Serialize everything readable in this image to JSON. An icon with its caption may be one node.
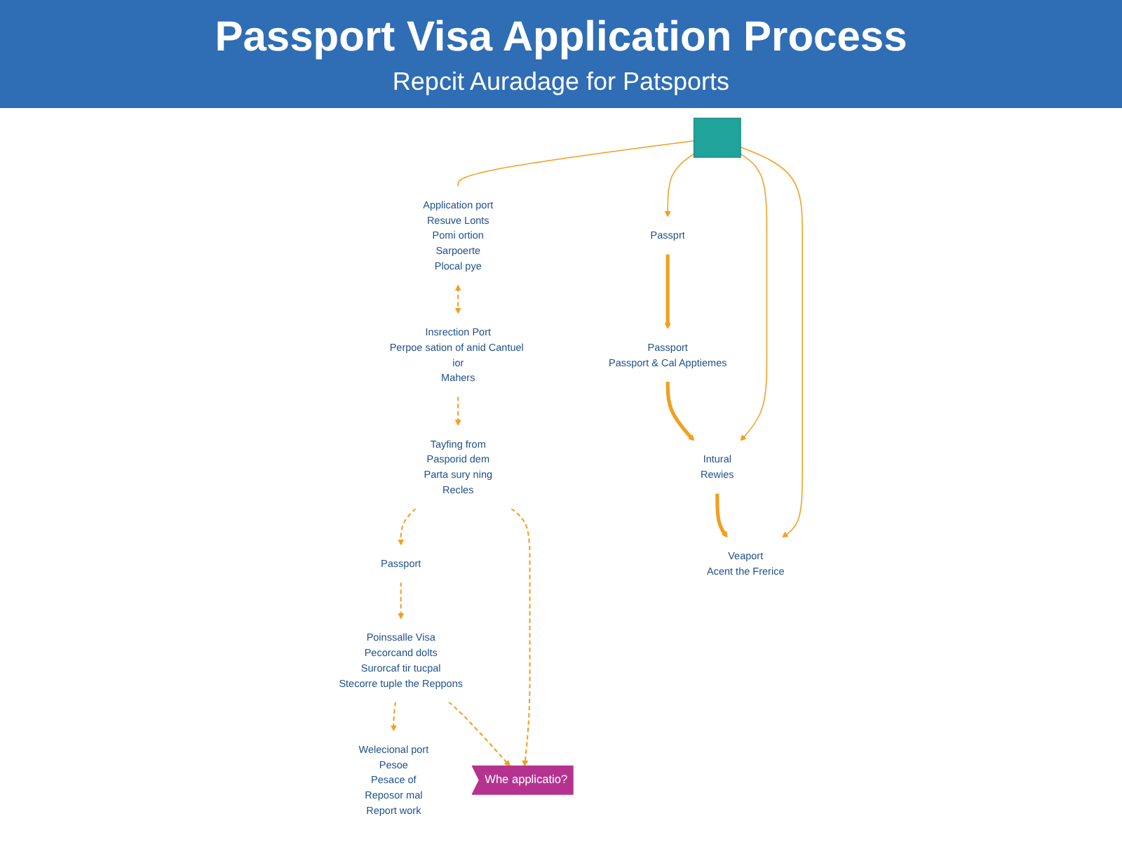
{
  "diagram": {
    "title": "Passport Visa Application Process",
    "nodes": [
      {
        "text": [],
        "shape": "box"
      },
      {
        "text": [
          "Passprt"
        ]
      },
      {
        "text": [
          "Passport",
          "Passport & Cal Apptiemes"
        ]
      },
      {
        "text": [
          "Intural",
          "Rewies"
        ]
      },
      {
        "text": [
          "Veaport",
          "Acent the Frerice"
        ]
      },
      {
        "text": [
          "Application port",
          "Resuve Lonts",
          "Pomi ortion",
          "Sarpoerte",
          "Plocal pye"
        ]
      },
      {
        "text": [
          "Whe applicatio?"
        ]
      },
      {
        "text": [
          "Insrection Port",
          "Perpoe sation of anid Cantuel ior",
          "Mahers"
        ]
      },
      {
        "text": [
          "Tayfing from",
          "Pasporid dem",
          "Parta sury ning",
          "Recles"
        ]
      },
      {
        "text": [
          "Passport"
        ]
      },
      {
        "text": [
          "Poinssalle Visa",
          "Pecorcand dolts",
          "Surorcaf tir tucpal",
          "Stecorre tuple the Reppons"
        ]
      },
      {
        "text": [
          "Welecional port",
          "Pesoe",
          "Pesace of",
          "Reposor mal",
          "Report work"
        ]
      }
    ],
    "edges": [
      {
        "from": 0,
        "to": 5,
        "arrow": "none"
      },
      {
        "from": 0,
        "to": 1,
        "arrow": "to"
      },
      {
        "from": 0,
        "to": 3,
        "arrow": "to"
      },
      {
        "from": 0,
        "to": 4,
        "arrow": "to"
      },
      {
        "from": 1,
        "to": 2,
        "arrow": "to",
        "style": "thick"
      },
      {
        "from": 2,
        "to": 3,
        "arrow": "to",
        "style": "thick"
      },
      {
        "from": 3,
        "to": 4,
        "arrow": "to",
        "style": "thick"
      },
      {
        "from": 5,
        "to": 7,
        "arrow": "both",
        "style": "dashed"
      },
      {
        "from": 7,
        "to": 8,
        "arrow": "to",
        "style": "dashed"
      },
      {
        "from": 8,
        "to": 9,
        "arrow": "to",
        "style": "dashed"
      },
      {
        "from": 9,
        "to": 10,
        "arrow": "to",
        "style": "dashed"
      },
      {
        "from": 10,
        "to": 11,
        "arrow": "to",
        "style": "dashed"
      },
      {
        "from": 8,
        "to": 6,
        "arrow": "to",
        "style": "dashed"
      },
      {
        "from": 10,
        "to": 6,
        "arrow": "to",
        "style": "dashed"
      }
    ],
    "labels": [
      "Repcit Auradage for Patsports"
    ]
  }
}
